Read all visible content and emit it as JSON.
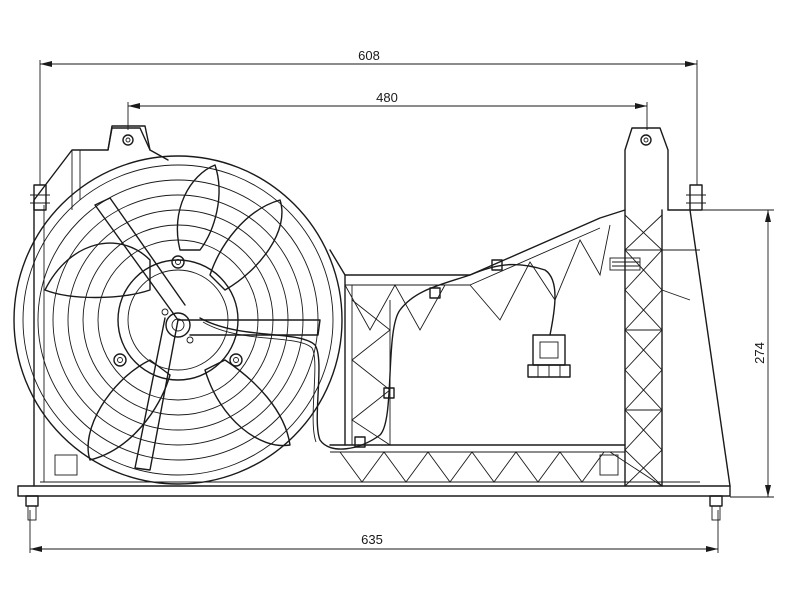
{
  "dimensions": {
    "overall_mount_width": "608",
    "top_mount_spacing": "480",
    "overall_width": "635",
    "height": "274"
  }
}
